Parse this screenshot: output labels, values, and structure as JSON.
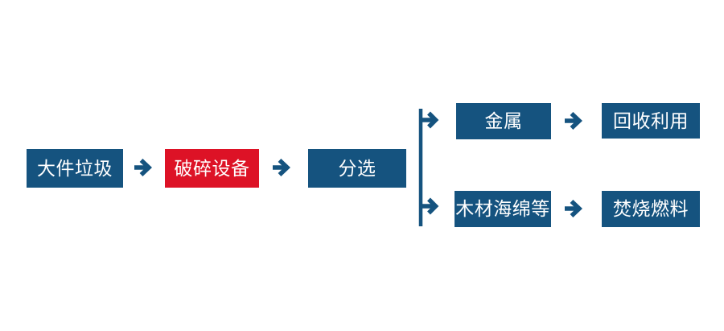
{
  "colors": {
    "primary": "#15537f",
    "accent": "#dd1226",
    "text_on_node": "#ffffff",
    "background": "#ffffff"
  },
  "nodes": {
    "bulky": {
      "label": "大件垃圾",
      "color_role": "primary"
    },
    "crush": {
      "label": "破碎设备",
      "color_role": "accent"
    },
    "sort": {
      "label": "分选",
      "color_role": "primary"
    },
    "metal": {
      "label": "金属",
      "color_role": "primary"
    },
    "recycle": {
      "label": "回收利用",
      "color_role": "primary"
    },
    "wood": {
      "label": "木材海绵等",
      "color_role": "primary"
    },
    "fuel": {
      "label": "焚烧燃料",
      "color_role": "primary"
    }
  },
  "edges": [
    {
      "from": "大件垃圾",
      "to": "破碎设备"
    },
    {
      "from": "破碎设备",
      "to": "分选"
    },
    {
      "from": "分选",
      "to": "金属"
    },
    {
      "from": "分选",
      "to": "木材海绵等"
    },
    {
      "from": "金属",
      "to": "回收利用"
    },
    {
      "from": "木材海绵等",
      "to": "焚烧燃料"
    }
  ]
}
